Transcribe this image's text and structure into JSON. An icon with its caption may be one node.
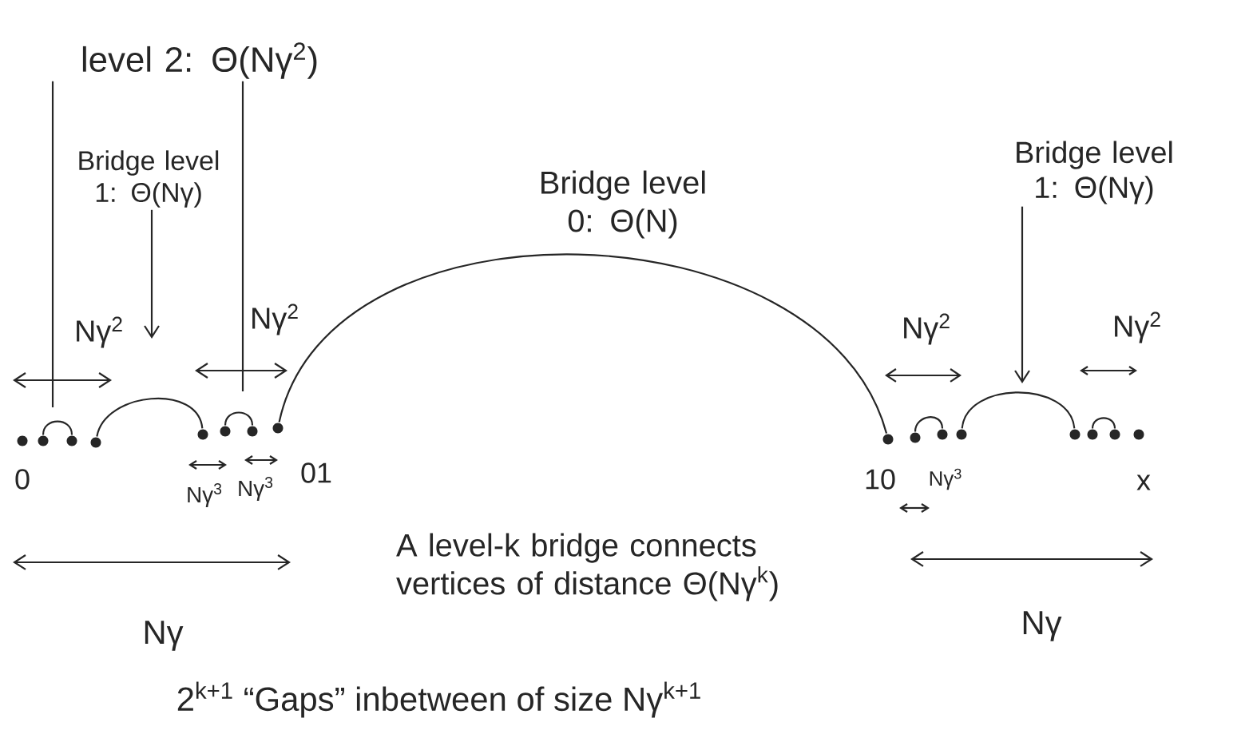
{
  "diagram": {
    "nodes": [
      {
        "text": [
          "level 2: Θ(Nγ$^{2}$)"
        ]
      },
      {
        "text": [
          "Bridge level 1: Θ(Nγ)"
        ]
      },
      {
        "text": [
          "Bridge level 1: Θ(Nγ)"
        ]
      },
      {
        "text": [],
        "shape": "circle",
        "beside": [
          "0"
        ]
      },
      {
        "text": [],
        "shape": "circle"
      },
      {
        "text": [],
        "shape": "circle"
      },
      {
        "text": [],
        "shape": "circle"
      },
      {
        "text": [],
        "shape": "circle"
      },
      {
        "text": [],
        "shape": "circle"
      },
      {
        "text": [],
        "shape": "circle"
      },
      {
        "text": [],
        "shape": "circle",
        "beside": [
          "01"
        ]
      },
      {
        "text": [],
        "shape": "circle",
        "beside": [
          "10"
        ]
      },
      {
        "text": [],
        "shape": "circle"
      },
      {
        "text": [],
        "shape": "circle"
      },
      {
        "text": [],
        "shape": "circle"
      },
      {
        "text": [],
        "shape": "circle"
      },
      {
        "text": [],
        "shape": "circle"
      },
      {
        "text": [],
        "shape": "circle"
      },
      {
        "text": [],
        "shape": "circle",
        "beside": [
          "x"
        ]
      }
    ],
    "edges": [
      {
        "from": 0,
        "to": null,
        "arrow": "none"
      },
      {
        "from": 0,
        "to": null,
        "arrow": "none"
      },
      {
        "from": 1,
        "to": null,
        "arrow": "to"
      },
      {
        "from": 2,
        "to": null,
        "arrow": "to"
      },
      {
        "from": 4,
        "to": 5,
        "arrow": "none"
      },
      {
        "from": 6,
        "to": 7,
        "arrow": "none"
      },
      {
        "from": 8,
        "to": 9,
        "arrow": "none"
      },
      {
        "from": 10,
        "to": 11,
        "arrow": "none",
        "label": "Bridge level 0: Θ(N)"
      },
      {
        "from": 12,
        "to": 13,
        "arrow": "none"
      },
      {
        "from": 14,
        "to": 15,
        "arrow": "none"
      },
      {
        "from": 16,
        "to": 17,
        "arrow": "none"
      }
    ],
    "labels": [
      "Nγ$^{2}$",
      "Nγ$^{2}$",
      "Nγ$^{2}$",
      "Nγ$^{2}$",
      "Nγ$^{3}$",
      "Nγ$^{3}$",
      "Nγ$^{3}$",
      "A level-k bridge connects vertices of distance Θ(Nγ$^{k}$)",
      "Nγ",
      "Nγ",
      "2$^{k+1}$ “Gaps” inbetween of size Nγ$^{k+1}$"
    ]
  }
}
